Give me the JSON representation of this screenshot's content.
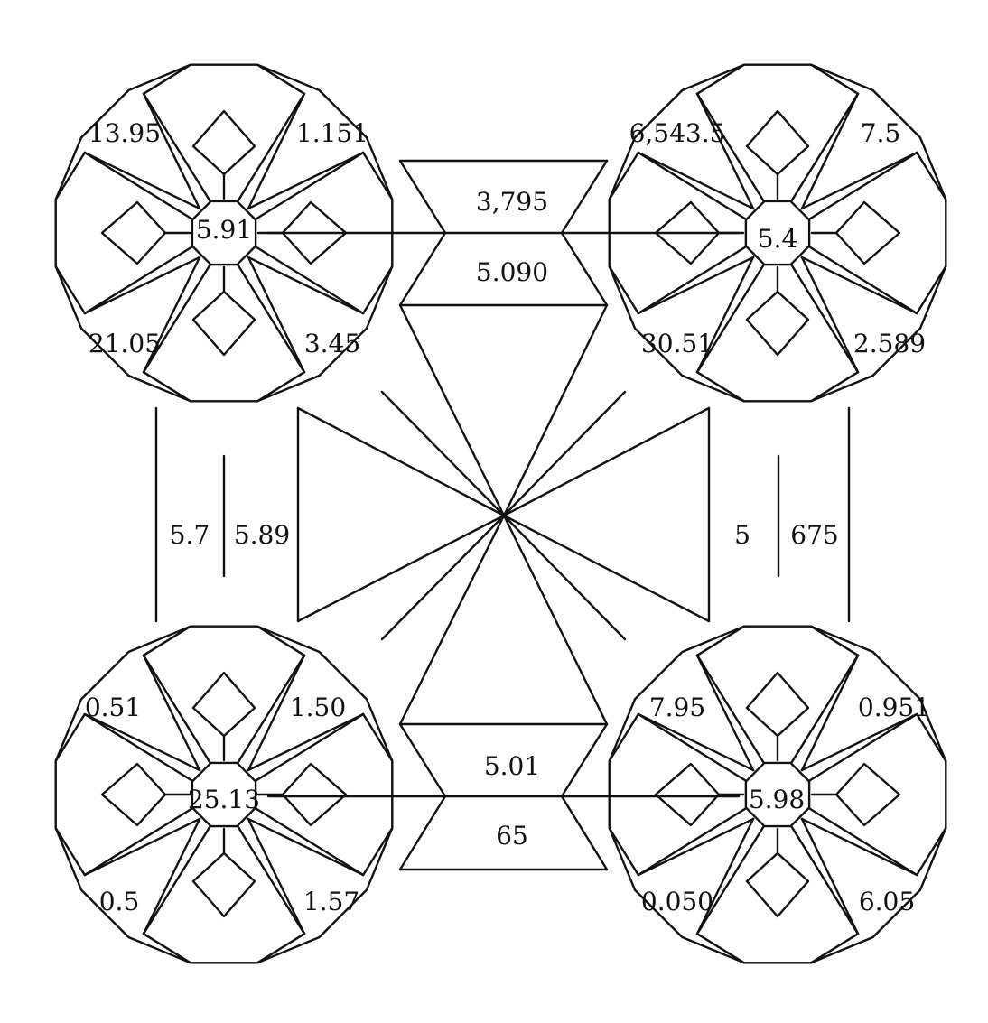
{
  "labels": {
    "tl_hub": "5.91",
    "tl_upper_left": "13.95",
    "tl_upper_right": "1.151",
    "tl_lower_left": "21.05",
    "tl_lower_right": "3.45",
    "tr_hub": "5.4",
    "tr_upper_left": "6,543.5",
    "tr_upper_right": "7.5",
    "tr_lower_left": "30.51",
    "tr_lower_right": "2.589",
    "bl_hub": "25.13",
    "bl_upper_left": "0.51",
    "bl_upper_right": "1.50",
    "bl_lower_left": "0.5",
    "bl_lower_right": "1.57",
    "br_hub": "5.98",
    "br_upper_left": "7.95",
    "br_upper_right": "0.951",
    "br_lower_left": "0.050",
    "br_lower_right": "6.05",
    "top_link_upper": "3,795",
    "top_link_lower": "5.090",
    "bottom_link_upper": "5.01",
    "bottom_link_lower": "65",
    "left_link_left": "5.7",
    "left_link_right": "5.89",
    "right_link_left": "5",
    "right_link_right": "675"
  }
}
